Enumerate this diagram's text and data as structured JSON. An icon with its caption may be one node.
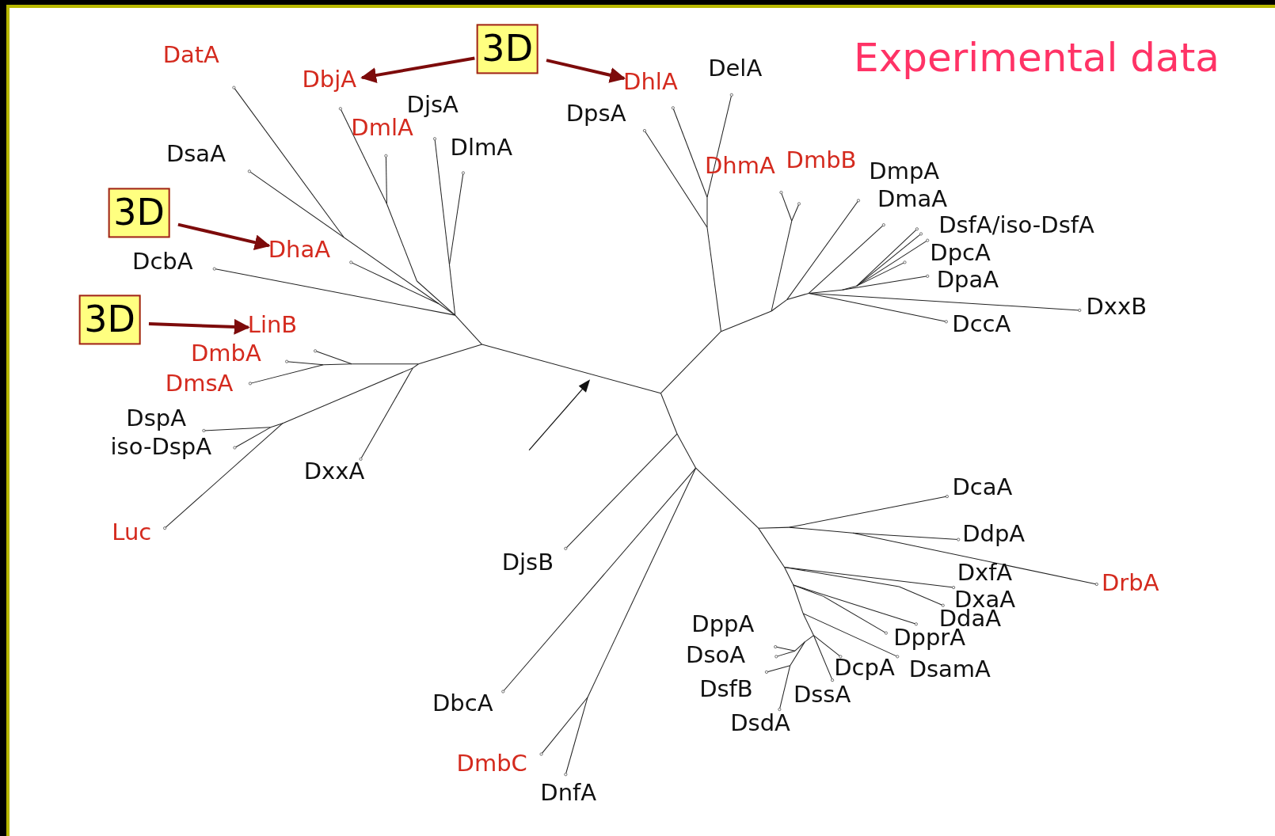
{
  "diagram": {
    "title": "Experimental data",
    "nodes": [
      {
        "text": [
          "3D"
        ]
      },
      {
        "text": [
          "DbjA"
        ]
      },
      {
        "text": [
          "DhlA"
        ]
      },
      {
        "text": [
          "3D"
        ]
      },
      {
        "text": [
          "DhaA"
        ]
      },
      {
        "text": [
          "3D"
        ]
      },
      {
        "text": [
          "LinB"
        ]
      }
    ],
    "edges": [
      {
        "from": 0,
        "to": 1,
        "arrow": "to"
      },
      {
        "from": 0,
        "to": 2,
        "arrow": "to"
      },
      {
        "from": 3,
        "to": 4,
        "arrow": "to"
      },
      {
        "from": 5,
        "to": 6,
        "arrow": "to"
      }
    ],
    "labels": [
      "DatA",
      "DelA",
      "DjsA",
      "DpsA",
      "DmlA",
      "DlmA",
      "DsaA",
      "DhmA",
      "DmbB",
      "DmpA",
      "DmaA",
      "DsfA/iso-DsfA",
      "DpcA",
      "DcbA",
      "DpaA",
      "DxxB",
      "DccA",
      "DmbA",
      "DmsA",
      "DspA",
      "iso-DspA",
      "DxxA",
      "DcaA",
      "Luc",
      "DdpA",
      "DjsB",
      "DxfA",
      "DrbA",
      "DxaA",
      "DdaA",
      "DppA",
      "DpprA",
      "DsoA",
      "DcpA",
      "DsamA",
      "DsfB",
      "DssA",
      "DbcA",
      "DsdA",
      "DmbC",
      "DnfA"
    ]
  }
}
